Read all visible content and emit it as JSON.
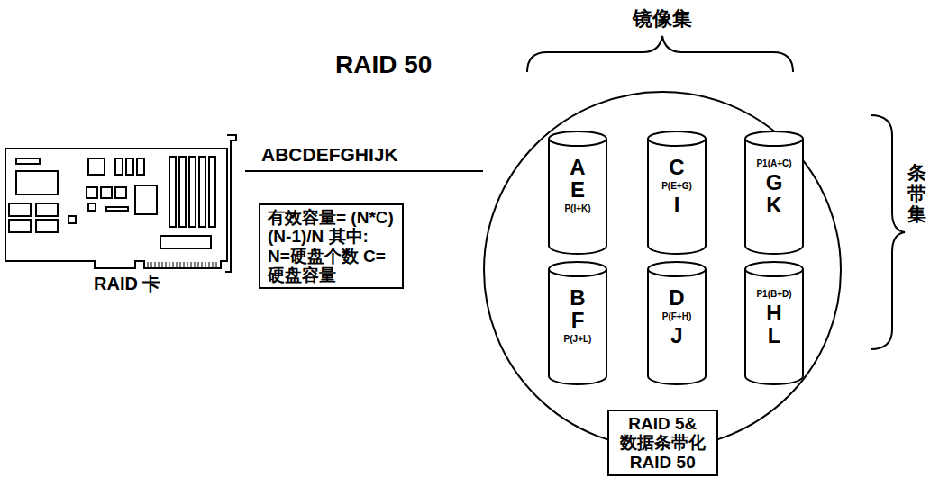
{
  "diagram": {
    "title": "RAID 50",
    "nodes": [
      {
        "text": [
          "有效容量= (N*C)(N-1)/N 其中: N=硬盘个数 C=硬盘容量"
        ]
      },
      {
        "text": [
          "A",
          "E",
          "P(I+K)"
        ]
      },
      {
        "text": [
          "C",
          "P(E+G)",
          "I"
        ]
      },
      {
        "text": [
          "P1(A+C)",
          "G",
          "K"
        ]
      },
      {
        "text": [
          "B",
          "F",
          "P(J+L)"
        ]
      },
      {
        "text": [
          "D",
          "P(F+H)",
          "J"
        ]
      },
      {
        "text": [
          "P1(B+D)",
          "H",
          "L"
        ]
      },
      {
        "text": [
          "RAID 5& 数据条带化 RAID 50"
        ]
      }
    ],
    "labels": [
      "镜像集",
      "条带集",
      "ABCDEFGHIJK",
      "RAID 卡"
    ]
  }
}
